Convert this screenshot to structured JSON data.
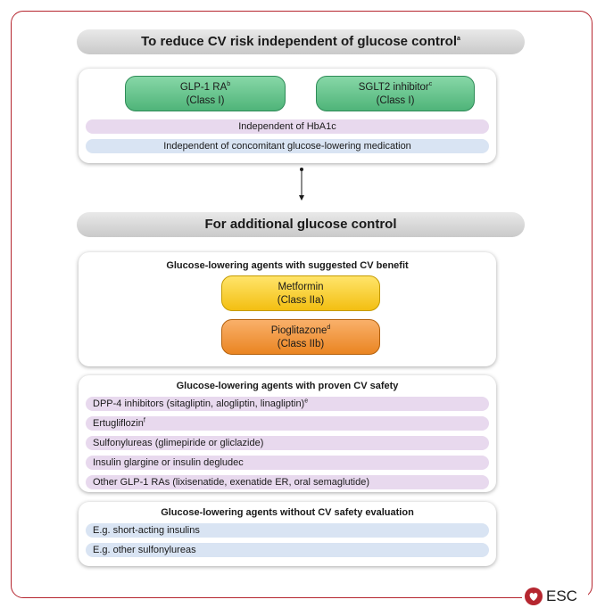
{
  "section1": {
    "header": "To reduce CV risk independent of glucose control",
    "header_sup": "a",
    "box1": {
      "line1": "GLP-1 RA",
      "sup": "b",
      "line2": "(Class I)"
    },
    "box2": {
      "line1": "SGLT2 inhibitor",
      "sup": "c",
      "line2": "(Class I)"
    },
    "bars": [
      "Independent of HbA1c",
      "Independent of concomitant glucose-lowering medication"
    ]
  },
  "section2": {
    "header": "For additional glucose control",
    "card1": {
      "title": "Glucose-lowering agents with suggested CV benefit",
      "box1": {
        "line1": "Metformin",
        "line2": "(Class IIa)"
      },
      "box2": {
        "line1": "Pioglitazone",
        "sup": "d",
        "line2": "(Class IIb)"
      }
    },
    "card2": {
      "title": "Glucose-lowering agents with proven CV safety",
      "items": [
        {
          "text": "DPP-4 inhibitors (sitagliptin, alogliptin, linagliptin)",
          "sup": "e"
        },
        {
          "text": "Ertugliflozin",
          "sup": "f"
        },
        {
          "text": "Sulfonylureas (glimepiride or gliclazide)",
          "sup": ""
        },
        {
          "text": "Insulin glargine or insulin degludec",
          "sup": ""
        },
        {
          "text": "Other GLP-1 RAs (lixisenatide, exenatide ER, oral semaglutide)",
          "sup": ""
        }
      ]
    },
    "card3": {
      "title": "Glucose-lowering agents without CV safety evaluation",
      "items": [
        {
          "text": "E.g. short-acting insulins",
          "sup": ""
        },
        {
          "text": "E.g. other sulfonylureas",
          "sup": ""
        }
      ]
    }
  },
  "logo": {
    "text": "ESC",
    "color": "#b5262f"
  },
  "colors": {
    "frame": "#b5262f",
    "green": "#4fb479",
    "yellow": "#f3bf12",
    "orange": "#ea8522",
    "purple": "#e8d9ee",
    "blue": "#d9e4f3"
  }
}
